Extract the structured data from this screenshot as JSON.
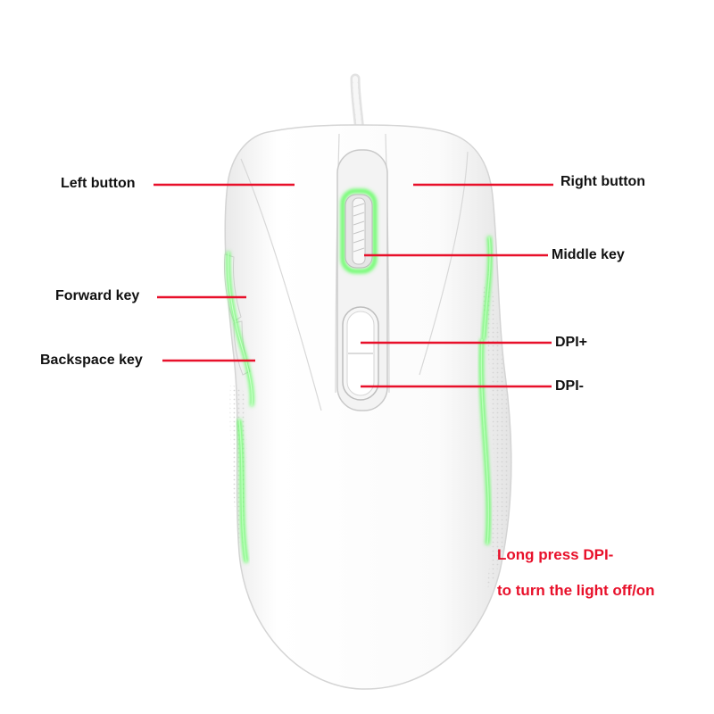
{
  "colors": {
    "leader": "#e8102a",
    "note": "#e8102a",
    "glow": "#4cff4c",
    "body": "#f6f6f6",
    "outline": "#d4d4d4"
  },
  "labels": {
    "left_button": "Left button",
    "right_button": "Right button",
    "middle_key": "Middle key",
    "forward_key": "Forward key",
    "backspace_key": "Backspace key",
    "dpi_plus": "DPI+",
    "dpi_minus": "DPI-"
  },
  "note": {
    "line1": "Long press DPI-",
    "line2": "to turn the light off/on"
  }
}
